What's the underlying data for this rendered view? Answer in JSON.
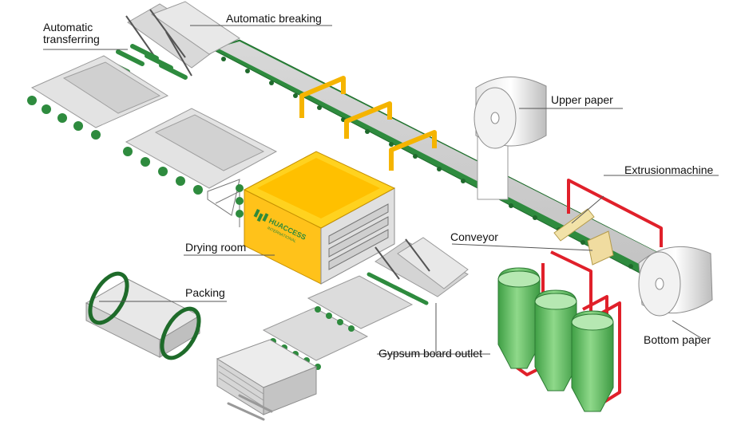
{
  "labels": {
    "automatic_transferring": "Automatic transferring",
    "automatic_breaking": "Automatic breaking",
    "upper_paper": "Upper paper",
    "extrusion_machine": "Extrusionmachine",
    "conveyor": "Conveyor",
    "drying_room": "Drying room",
    "packing": "Packing",
    "gypsum_board_outlet": "Gypsum board outlet",
    "bottom_paper": "Bottom paper"
  },
  "logo": {
    "brand": "HUACCESS",
    "sub": "INTERNATIONAL"
  },
  "colors": {
    "conveyor_green": "#2e8b3e",
    "board_gray": "#c8c8c8",
    "drying_yellow": "#ffc21a",
    "pipe_red": "#e0202a",
    "tank_green": "#6cc46a",
    "frame_yellow": "#f5b400"
  }
}
